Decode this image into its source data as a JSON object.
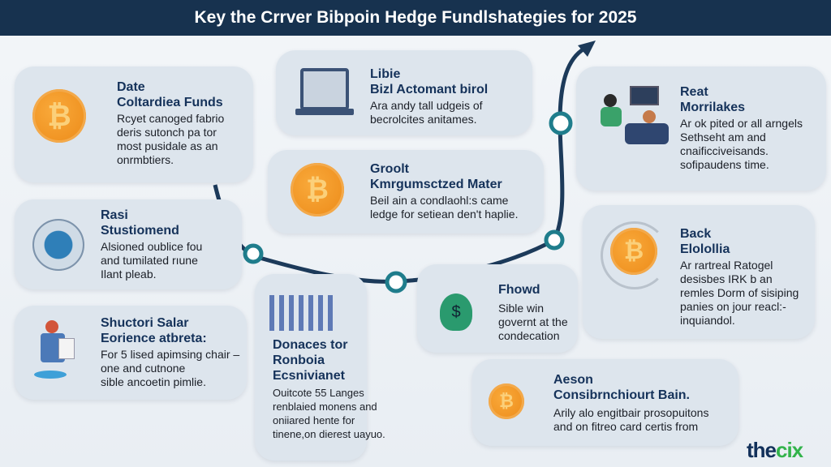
{
  "title": "Key the Crrver Bibpoin Hedge Fundlshategies for 2025",
  "cards": [
    {
      "title1": "Date",
      "title2": "Coltardiea Funds",
      "desc": [
        "Rcyet canoged fabrio",
        "deris sutonch pa tor",
        "most pusidale as an",
        "onrmbtiers."
      ]
    },
    {
      "title1": "Rasi",
      "title2": "Stustiomend",
      "desc": [
        "Alsioned oublice fou",
        "and tumilated rıune",
        "Ilant pleab."
      ]
    },
    {
      "title1": "Shuctori Salar",
      "title2": "Eorience atbreta:",
      "desc": [
        "For 5 lised apimsing chair –",
        "one and cutnone",
        "sible ancoetin pimlie."
      ]
    },
    {
      "title1": "Libie",
      "title2": "Bizl Actomant birol",
      "desc": [
        "Ara andy tall udgeis of",
        "becrolcites anitames."
      ]
    },
    {
      "title1": "Groolt",
      "title2": "Kmrgumsctzed Mater",
      "desc": [
        "Beil ain a condlaohl:s came",
        "ledge for setiean den't haplie."
      ]
    },
    {
      "title1": "Donaces tor",
      "title2": "Ronboia",
      "title3": "Ecsnivianet",
      "desc": [
        "Ouitcote 55 Langes",
        "renblaied monens and",
        "oniiared hente for",
        "tinene,on dierest uayuo."
      ]
    },
    {
      "title1": "Fhowd",
      "desc": [
        "Sible win",
        "governt at the",
        "condecation"
      ]
    },
    {
      "title1": "Reat",
      "title2": "Morrilakes",
      "desc": [
        "Ar ok pited or all arngels",
        "Sethseht am and",
        "cnaificciveisands.",
        "sofipaudens time."
      ]
    },
    {
      "title1": "Back",
      "title2": "Elolollia",
      "desc": [
        "Ar rartreal Ratogel",
        "desisbes IRK b an",
        "remles Dorm of sisiping",
        "panies on jour reacl:-",
        "inquiandol."
      ]
    },
    {
      "title1": "Aeson",
      "title2": "Consibrnchiourt Bain.",
      "desc": [
        "Arily alo engitbair prosopuitons",
        "and on fitreo card certis from"
      ]
    }
  ],
  "coin_symbol": "₿",
  "dollar_symbol": "$",
  "logo": {
    "main": "the",
    "accent": "cix"
  },
  "colors": {
    "header": "#17324f",
    "card": "#dde5ed",
    "title": "#15325a",
    "coin": "#ef8f1c",
    "path": "#1c3a5a",
    "node": "#1f7d8c"
  }
}
